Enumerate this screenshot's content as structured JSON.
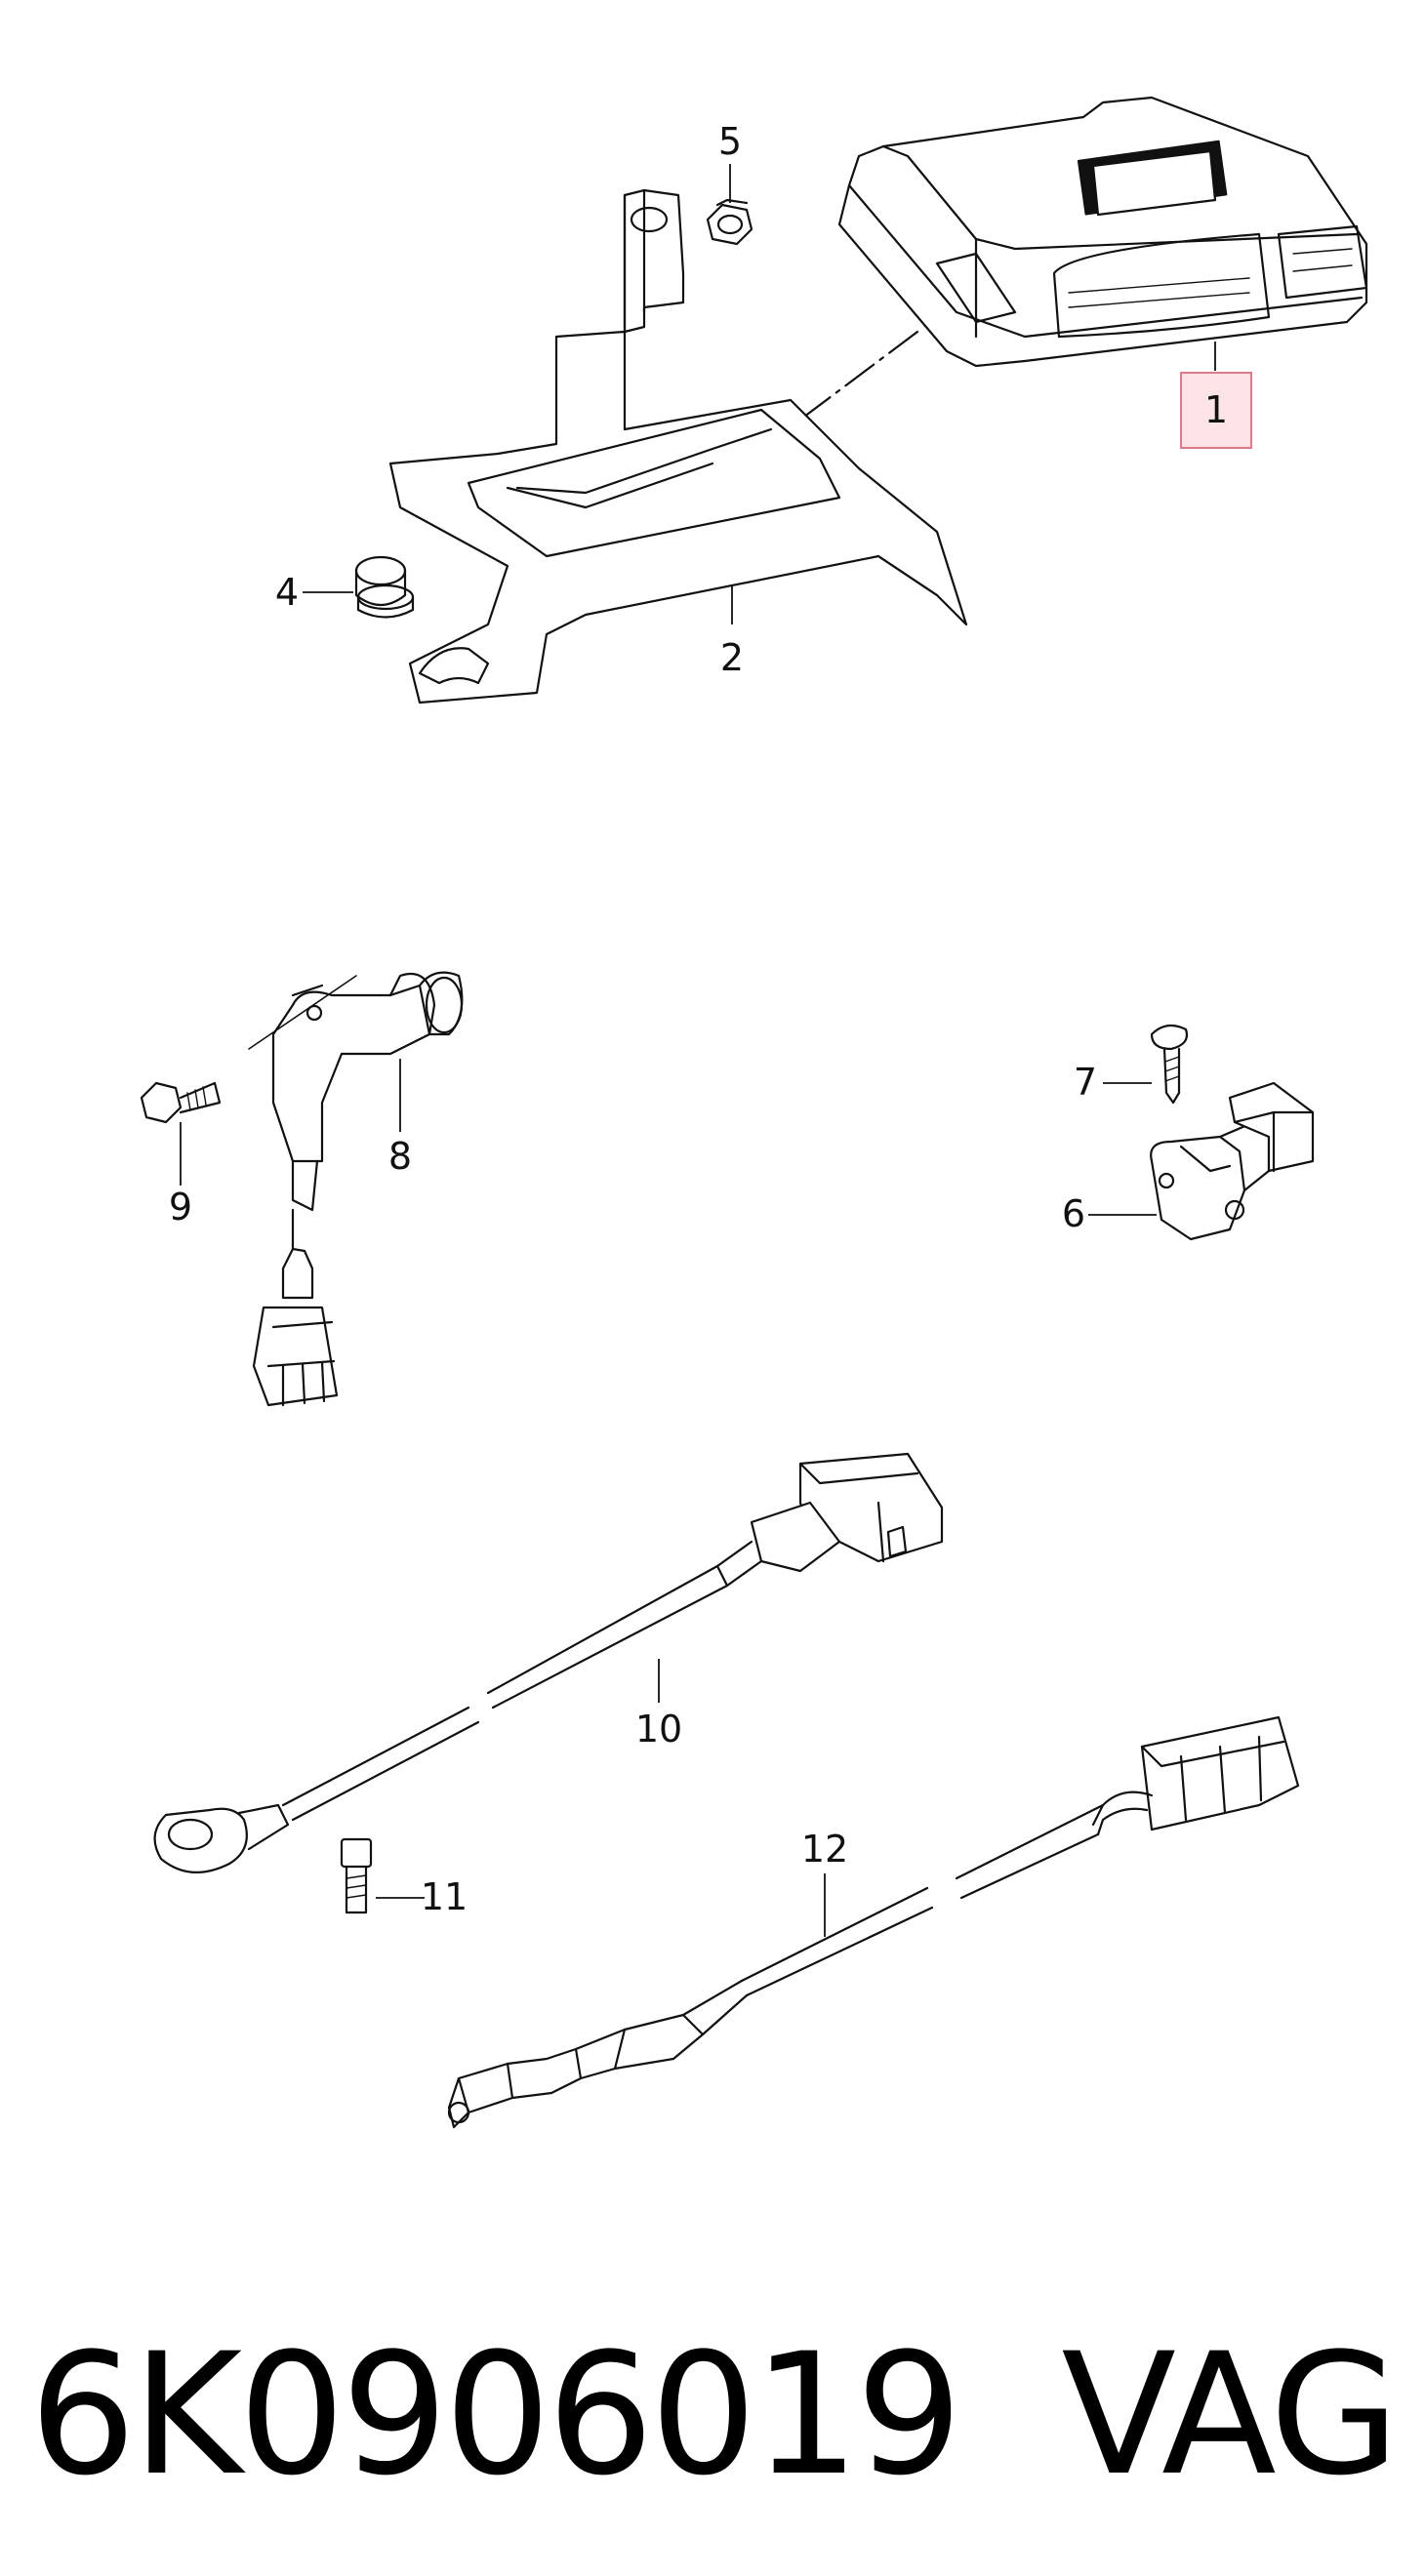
{
  "callouts": [
    {
      "id": "1",
      "label": "1",
      "highlighted": true
    },
    {
      "id": "2",
      "label": "2"
    },
    {
      "id": "4",
      "label": "4"
    },
    {
      "id": "5",
      "label": "5"
    },
    {
      "id": "6",
      "label": "6"
    },
    {
      "id": "7",
      "label": "7"
    },
    {
      "id": "8",
      "label": "8"
    },
    {
      "id": "9",
      "label": "9"
    },
    {
      "id": "10",
      "label": "10"
    },
    {
      "id": "11",
      "label": "11"
    },
    {
      "id": "12",
      "label": "12"
    }
  ],
  "highlight_color": "#e07a8a",
  "highlight_fill": "#fce3e6",
  "footer": {
    "part_number": "6K0906019",
    "brand": "VAG"
  }
}
